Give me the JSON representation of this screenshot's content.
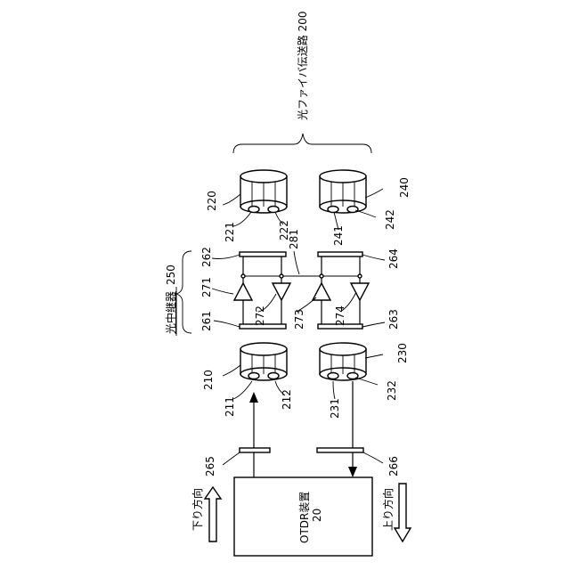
{
  "title": "光ファイバ伝送路 200",
  "repeater": {
    "name": "光中継器",
    "number": "250"
  },
  "otdr": {
    "name": "OTDR装置",
    "number": "20"
  },
  "direction": {
    "down": "下り方向",
    "up": "上り方向"
  },
  "labels": {
    "fiber_220": "220",
    "fiber_221": "221",
    "fiber_222": "222",
    "fiber_240": "240",
    "fiber_241": "241",
    "fiber_242": "242",
    "fiber_210": "210",
    "fiber_211": "211",
    "fiber_212": "212",
    "fiber_230": "230",
    "fiber_231": "231",
    "fiber_232": "232",
    "plate_261": "261",
    "plate_262": "262",
    "plate_263": "263",
    "plate_264": "264",
    "amp_271": "271",
    "amp_272": "272",
    "amp_273": "273",
    "amp_274": "274",
    "loopback_281": "281",
    "filter_265": "265",
    "filter_266": "266"
  }
}
